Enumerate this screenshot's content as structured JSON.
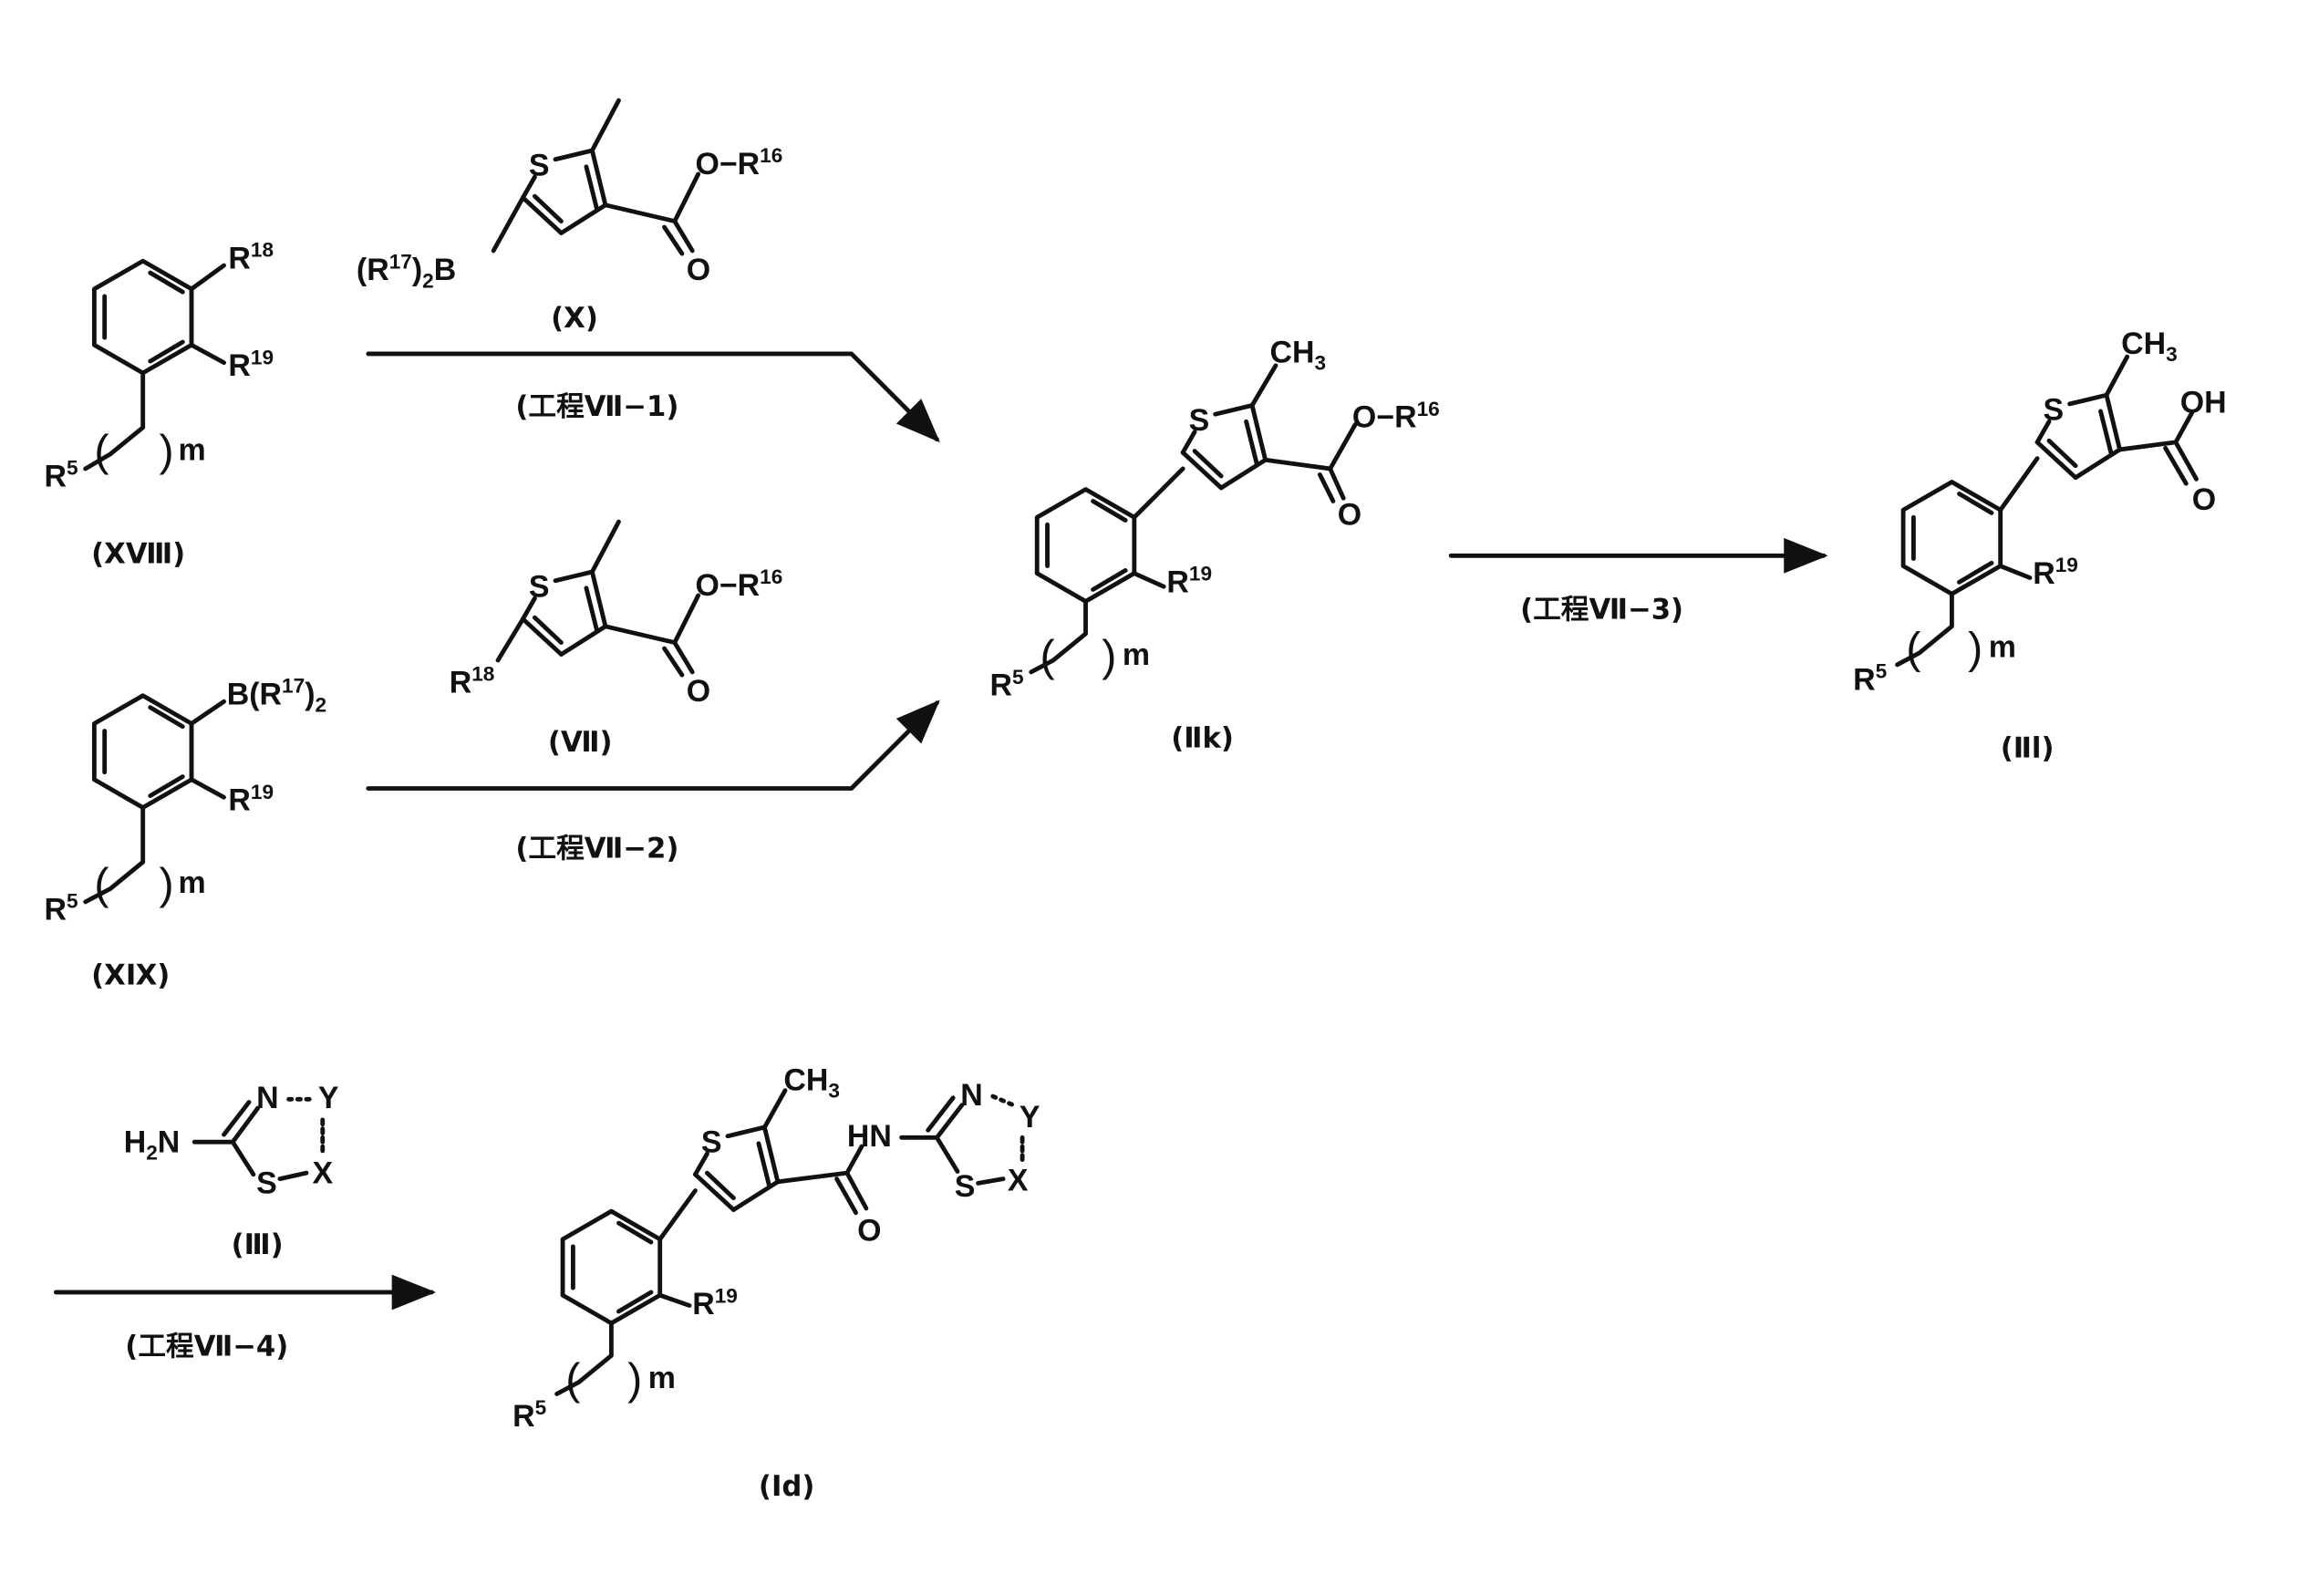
{
  "colors": {
    "ink": "#111111",
    "background": "#ffffff"
  },
  "compounds": {
    "XVIII": {
      "label": "(XⅧ)",
      "r18": [
        "R",
        "18"
      ],
      "r19": [
        "R",
        "19"
      ],
      "r5": [
        "R",
        "5"
      ],
      "m": "m"
    },
    "X": {
      "label": "(X)",
      "boron": [
        "(R",
        "17",
        ")",
        "2",
        "B"
      ],
      "ester": [
        "O−R",
        "16"
      ],
      "oxo": "O",
      "S": "S"
    },
    "VII": {
      "label": "(Ⅶ)",
      "r18": [
        "R",
        "18"
      ],
      "ester": [
        "O−R",
        "16"
      ],
      "oxo": "O",
      "S": "S"
    },
    "XIX": {
      "label": "(XⅨ)",
      "boron": [
        "B(R",
        "17",
        ")",
        "2"
      ],
      "r19": [
        "R",
        "19"
      ],
      "r5": [
        "R",
        "5"
      ],
      "m": "m"
    },
    "IIk": {
      "label": "(Ⅱk)",
      "ch3": [
        "CH",
        "3"
      ],
      "ester": [
        "O−R",
        "16"
      ],
      "oxo": "O",
      "S": "S",
      "r19": [
        "R",
        "19"
      ],
      "r5": [
        "R",
        "5"
      ],
      "m": "m"
    },
    "IIl": {
      "label": "(Ⅱl)",
      "ch3": [
        "CH",
        "3"
      ],
      "oh": "OH",
      "oxo": "O",
      "S": "S",
      "r19": [
        "R",
        "19"
      ],
      "r5": [
        "R",
        "5"
      ],
      "m": "m"
    },
    "III": {
      "label": "(Ⅲ)",
      "amine": [
        "H",
        "2",
        "N"
      ],
      "N": "N",
      "Y": "Y",
      "X": "X",
      "S": "S"
    },
    "Id": {
      "label": "(Ⅰd)",
      "ch3": [
        "CH",
        "3"
      ],
      "hn": "HN",
      "oxo": "O",
      "S": "S",
      "N": "N",
      "Y": "Y",
      "X": "X",
      "S2": "S",
      "r19": [
        "R",
        "19"
      ],
      "r5": [
        "R",
        "5"
      ],
      "m": "m"
    }
  },
  "steps": [
    {
      "label": "(工程Ⅶ−1)"
    },
    {
      "label": "(工程Ⅶ−2)"
    },
    {
      "label": "(工程Ⅶ−3)"
    },
    {
      "label": "(工程Ⅶ−4)"
    }
  ]
}
